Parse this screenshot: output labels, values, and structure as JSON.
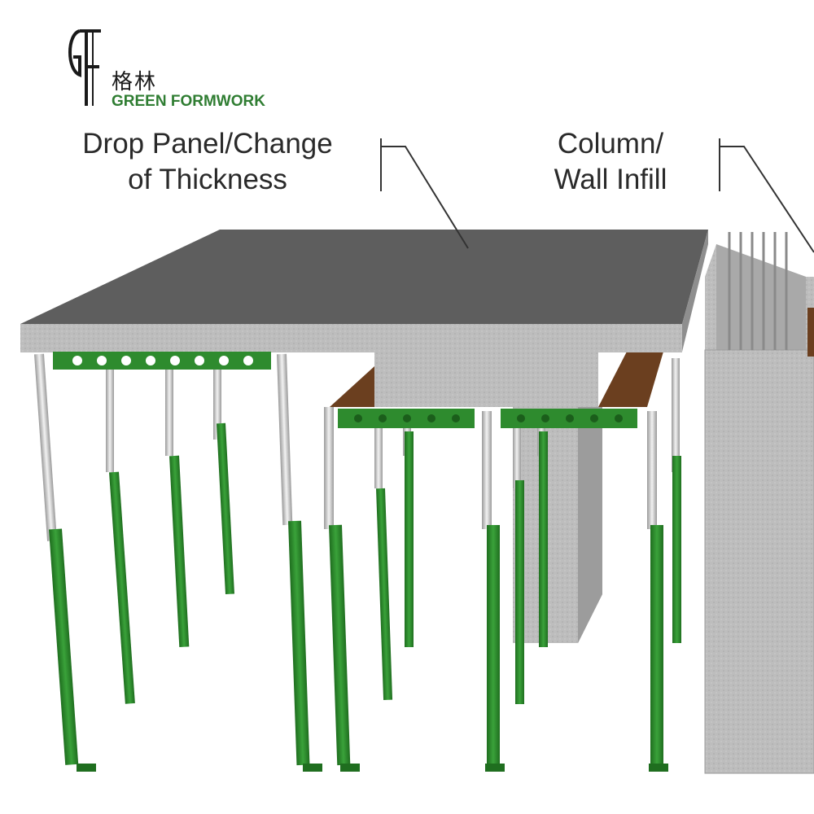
{
  "brand": {
    "chinese_name": "格林",
    "english_name": "GREEN FORMWORK",
    "monogram": "GF",
    "brand_color": "#2f7d32"
  },
  "callouts": {
    "drop_panel": {
      "line1": "Drop Panel/Change",
      "line2": "of Thickness"
    },
    "column_wall": {
      "line1": "Column/",
      "line2": "Wall Infill"
    }
  },
  "colors": {
    "slab_top": "#5e5e5e",
    "concrete": "#bdbdbd",
    "prop_green": "#2e8b2e",
    "prop_steel": "#d9d9d9",
    "timber": "#6b3f1f"
  },
  "icons": [
    "gf-monogram-icon"
  ]
}
